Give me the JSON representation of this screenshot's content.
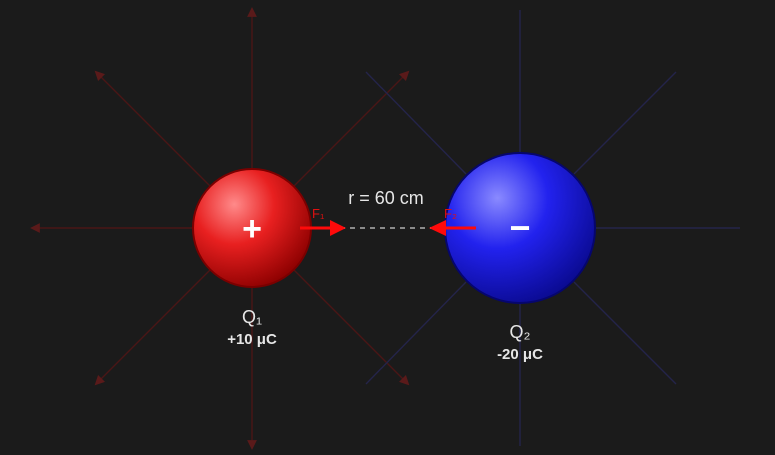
{
  "distance_label": "r = 60 cm",
  "charge1": {
    "sign": "+",
    "name": "Q₁",
    "value": "+10 μC",
    "force_label": "F₁",
    "color": "#e01818",
    "field_color": "#5a1a1a"
  },
  "charge2": {
    "sign": "−",
    "name": "Q₂",
    "value": "-20 μC",
    "force_label": "F₂",
    "color": "#1a1ae8",
    "field_color": "#26264a"
  },
  "force_color": "#ff0a0a",
  "label_color": "#e6e6e6"
}
